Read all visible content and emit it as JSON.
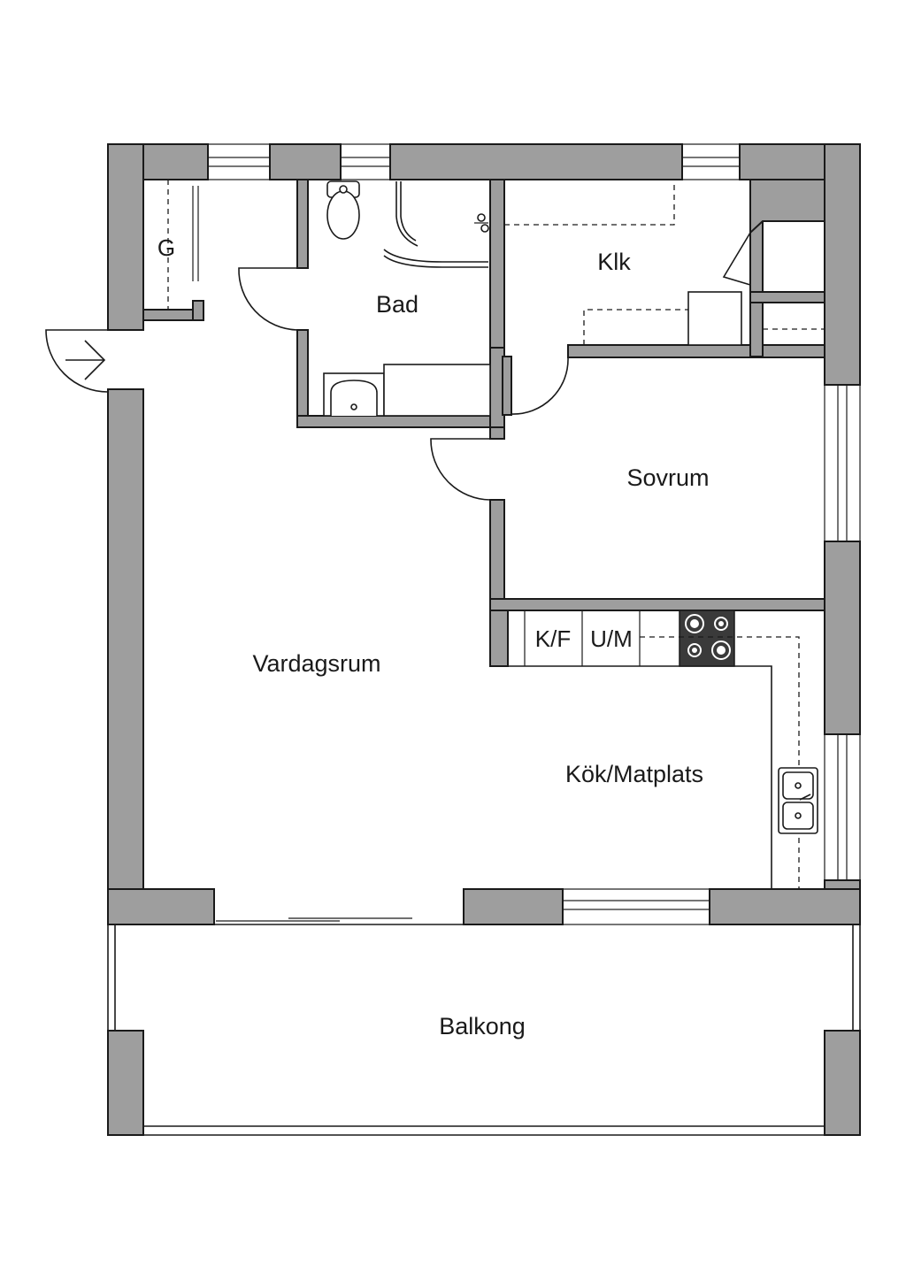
{
  "rooms": {
    "closet": "G",
    "bathroom": "Bad",
    "walk_in_closet": "Klk",
    "bedroom": "Sovrum",
    "living_room": "Vardagsrum",
    "kitchen": "Kök/Matplats",
    "balcony": "Balkong"
  },
  "appliances": {
    "fridge_freezer": "K/F",
    "oven_microwave": "U/M"
  },
  "colors": {
    "wall": "#9e9e9e",
    "stove": "#3a3a3a",
    "line": "#1a1a1a"
  }
}
